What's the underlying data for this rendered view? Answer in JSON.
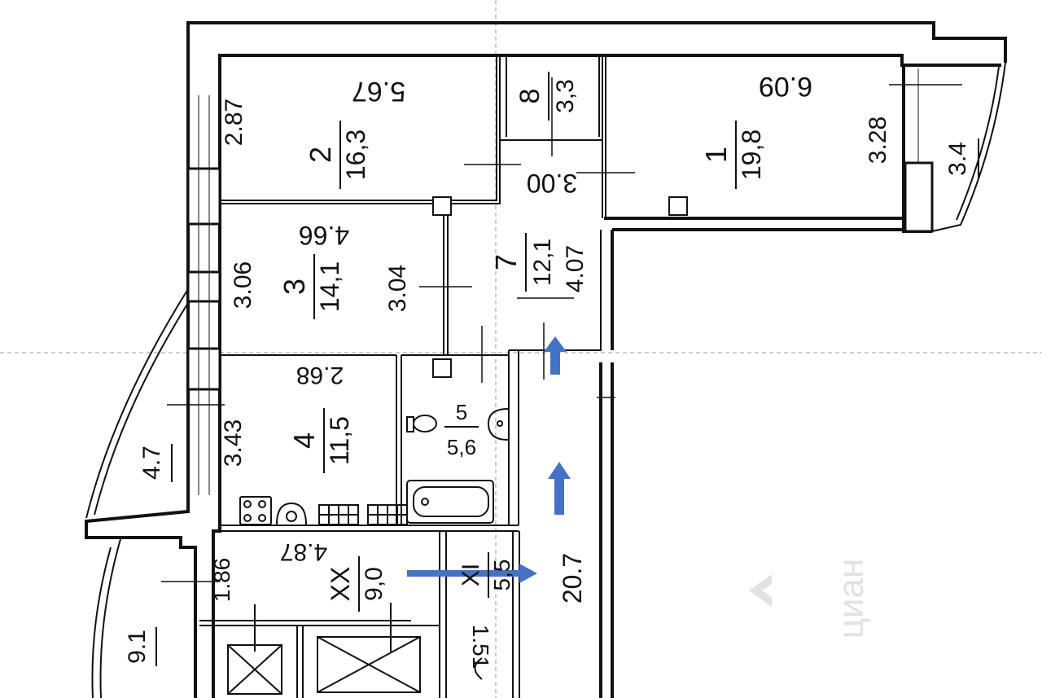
{
  "rooms": [
    {
      "number": "1",
      "area": "19,8"
    },
    {
      "number": "2",
      "area": "16,3"
    },
    {
      "number": "3",
      "area": "14,1"
    },
    {
      "number": "4",
      "area": "11,5"
    },
    {
      "number": "5",
      "area": "5,6"
    },
    {
      "number": "7",
      "area": "12,1"
    },
    {
      "number": "8",
      "area": "3,3"
    },
    {
      "number": "XX",
      "area": "9,0"
    },
    {
      "number": "XI",
      "area": "5,5"
    }
  ],
  "dimensions": {
    "room1_width": "6.09",
    "room1_depth": "3.28",
    "room2_width": "5.67",
    "room2_depth": "2.87",
    "room3_width": "4.66",
    "room3_depth": "3.06",
    "room3_partition": "3.04",
    "room7_width": "3.00",
    "room7_depth": "4.07",
    "room4_width": "2.68",
    "room4_depth": "3.43",
    "roomXX_width": "4.87",
    "roomXX_depth": "1.86",
    "corridor_length": "20.7",
    "stair_width": "1.51",
    "balcony_right": "3.4",
    "balcony_left": "4.7",
    "balcony_bottom": "9.1"
  },
  "colors": {
    "wall": "#111111",
    "arrow": "#4472c4",
    "guide": "#9a9a9a",
    "watermark": "#e2e2e2"
  },
  "watermark": {
    "text": "циан",
    "icon": "cian-logo-icon"
  }
}
